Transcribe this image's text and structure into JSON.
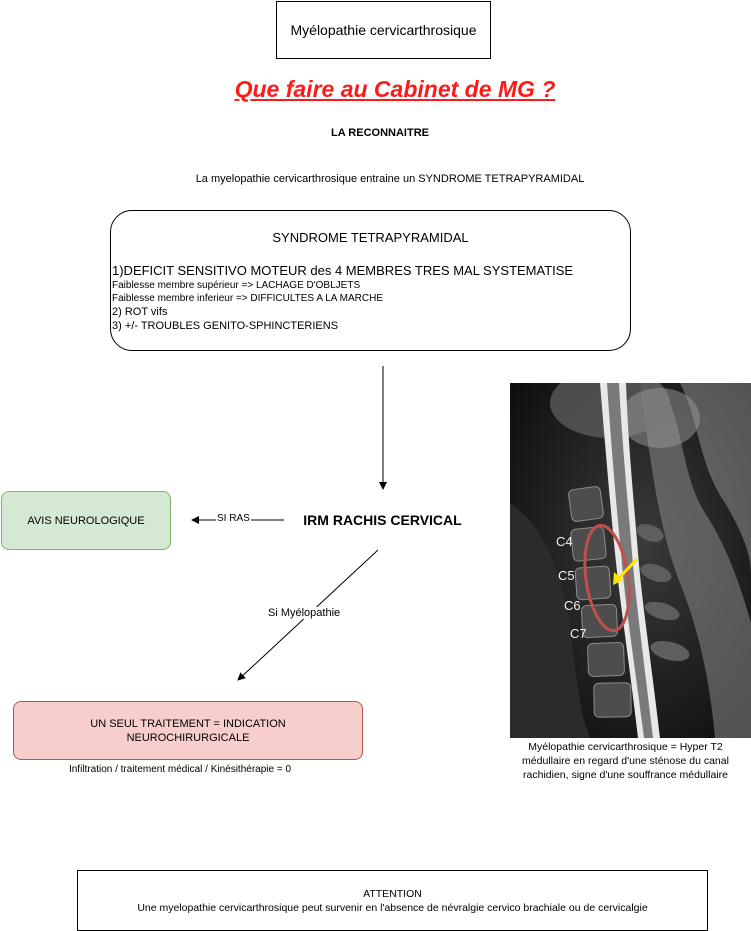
{
  "title": "Myélopathie cervicarthrosique",
  "main_question": "Que faire au Cabinet de MG ?",
  "section_heading": "LA RECONNAITRE",
  "intro_text": "La myelopathie cervicarthrosique entraine un SYNDROME TETRAPYRAMIDAL",
  "syndrome_box": {
    "title": "SYNDROME TETRAPYRAMIDAL",
    "lines": [
      "1)DEFICIT SENSITIVO MOTEUR des 4 MEMBRES TRES MAL SYSTEMATISE",
      "Faiblesse membre supérieur => LACHAGE D'OBLJETS",
      "Faiblesse membre inferieur => DIFFICULTES A LA MARCHE",
      "2) ROT vifs",
      "3) +/- TROUBLES GENITO-SPHINCTERIENS"
    ]
  },
  "irm_node": "IRM RACHIS CERVICAL",
  "avis_node": "AVIS NEUROLOGIQUE",
  "edge_si_ras": "SI RAS",
  "edge_si_myelopathie": "Si Myélopathie",
  "traitement_node": {
    "line1": "UN SEUL TRAITEMENT = INDICATION",
    "line2": "NEUROCHIRURGICALE"
  },
  "traitement_note": "Infiltration / traitement médical / Kinésithérapie = 0",
  "mri_image": {
    "vertebra_labels": [
      "C4",
      "C5",
      "C6",
      "C7"
    ],
    "highlight_color": "#c0504d",
    "arrow_color": "#ffe600"
  },
  "mri_caption": [
    "Myélopathie cervicarthrosique = Hyper T2",
    "médullaire en regard d'une sténose du canal",
    "rachidien, signe d'une souffrance médullaire"
  ],
  "attention_box": {
    "heading": "ATTENTION",
    "text": "Une myelopathie cervicarthrosique peut survenir en l'absence de névralgie cervico brachiale ou de cervicalgie"
  },
  "colors": {
    "title_red": "#ff1a1a",
    "avis_fill": "#d5e8d4",
    "avis_border": "#82b366",
    "traitement_fill": "#f8cecc",
    "traitement_border": "#b85450"
  }
}
